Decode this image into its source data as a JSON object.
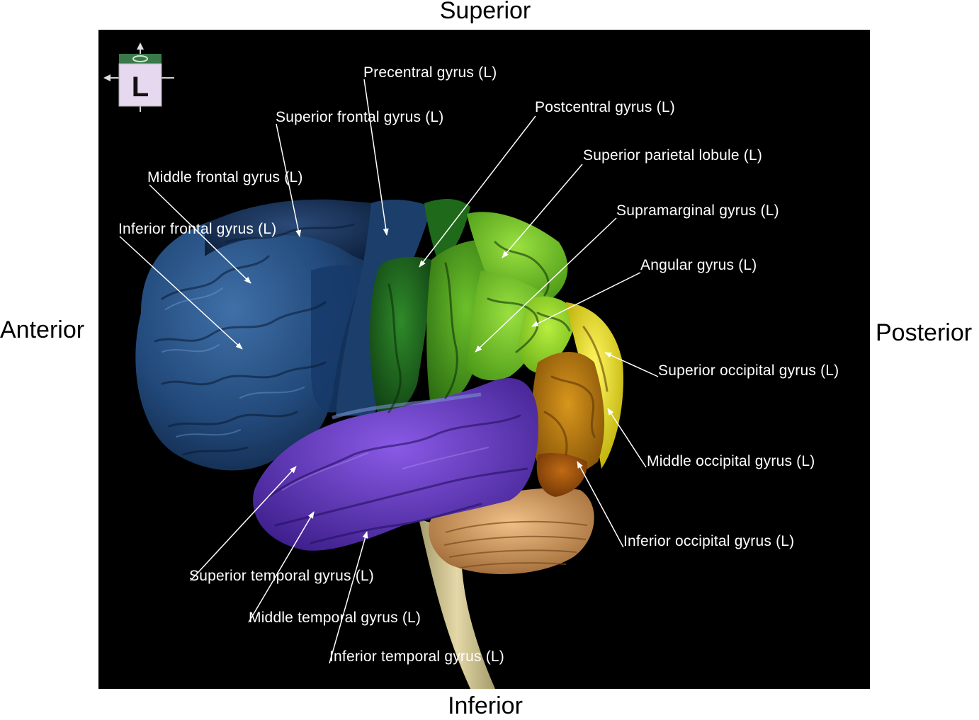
{
  "orientation": {
    "superior": "Superior",
    "inferior": "Inferior",
    "anterior": "Anterior",
    "posterior": "Posterior"
  },
  "view_cube": {
    "letter": "L"
  },
  "labels": {
    "precentral": "Precentral gyrus (L)",
    "superior_frontal": "Superior frontal gyrus (L)",
    "postcentral": "Postcentral gyrus (L)",
    "superior_parietal": "Superior parietal lobule (L)",
    "middle_frontal": "Middle frontal gyrus (L)",
    "supramarginal": "Supramarginal gyrus (L)",
    "inferior_frontal": "Inferior frontal gyrus (L)",
    "angular": "Angular gyrus (L)",
    "superior_occipital": "Superior occipital gyrus (L)",
    "middle_occipital": "Middle occipital gyrus (L)",
    "inferior_occipital": "Inferior occipital gyrus (L)",
    "superior_temporal": "Superior temporal gyrus (L)",
    "middle_temporal": "Middle temporal gyrus (L)",
    "inferior_temporal": "Inferior temporal gyrus (L)"
  },
  "colors": {
    "frontal_dark": "#1c3a66",
    "frontal_mid": "#2d5a8c",
    "superior_frontal": "#153055",
    "precentral": "#1f6a1f",
    "postcentral": "#3f8f1a",
    "parietal": "#6fbf2a",
    "angular": "#9bd628",
    "superior_occipital": "#e8e020",
    "middle_occipital": "#c07c10",
    "inferior_occipital": "#a0520c",
    "temporal": "#6a3fc4",
    "cerebellum": "#d8a060",
    "brainstem": "#d8cc98"
  }
}
